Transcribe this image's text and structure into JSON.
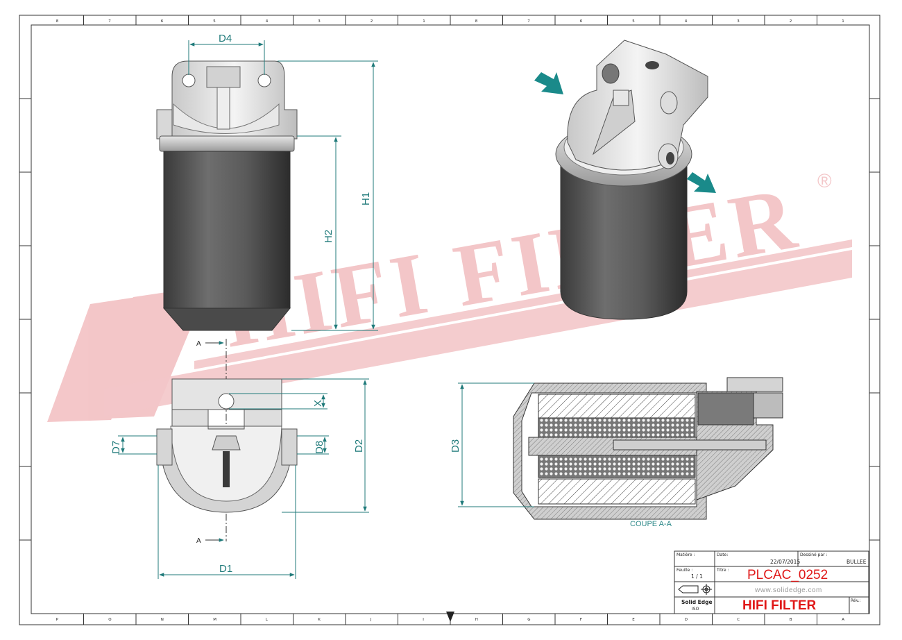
{
  "watermark": {
    "text": "HIFI FILTER",
    "registered": "®"
  },
  "dimensions": {
    "d4": "D4",
    "h1": "H1",
    "h2": "H2",
    "x": "X",
    "d7": "D7",
    "d8": "D8",
    "d2": "D2",
    "d1": "D1",
    "d3": "D3",
    "section_mark": "A"
  },
  "section_caption": "COUPE A-A",
  "border": {
    "top_labels": [
      "8",
      "7",
      "6",
      "5",
      "4",
      "3",
      "2",
      "1",
      "8",
      "7",
      "6",
      "5",
      "4",
      "3",
      "2",
      "1"
    ],
    "bottom_labels": [
      "P",
      "O",
      "N",
      "M",
      "L",
      "K",
      "J",
      "I",
      "H",
      "G",
      "F",
      "E",
      "D",
      "C",
      "B",
      "A"
    ]
  },
  "title_block": {
    "matiere_label": "Matière :",
    "date_label": "Date:",
    "date_value": "22/07/2015",
    "dessine_label": "Dessiné par :",
    "dessine_value": "BULLEE",
    "feuille_label": "Feuille :",
    "feuille_value": "1 / 1",
    "titre_label": "Titre :",
    "part_number": "PLCAC_0252",
    "website": "www.solidedge.com",
    "software": "Solid Edge",
    "software_sub": "ISO",
    "company": "HIFI FILTER",
    "rev_label": "Rév.:"
  },
  "colors": {
    "dimension": "#1f7a7a",
    "title_red": "#e01818",
    "watermark": "#f3c4c6",
    "arrow": "#1a8a8a"
  }
}
